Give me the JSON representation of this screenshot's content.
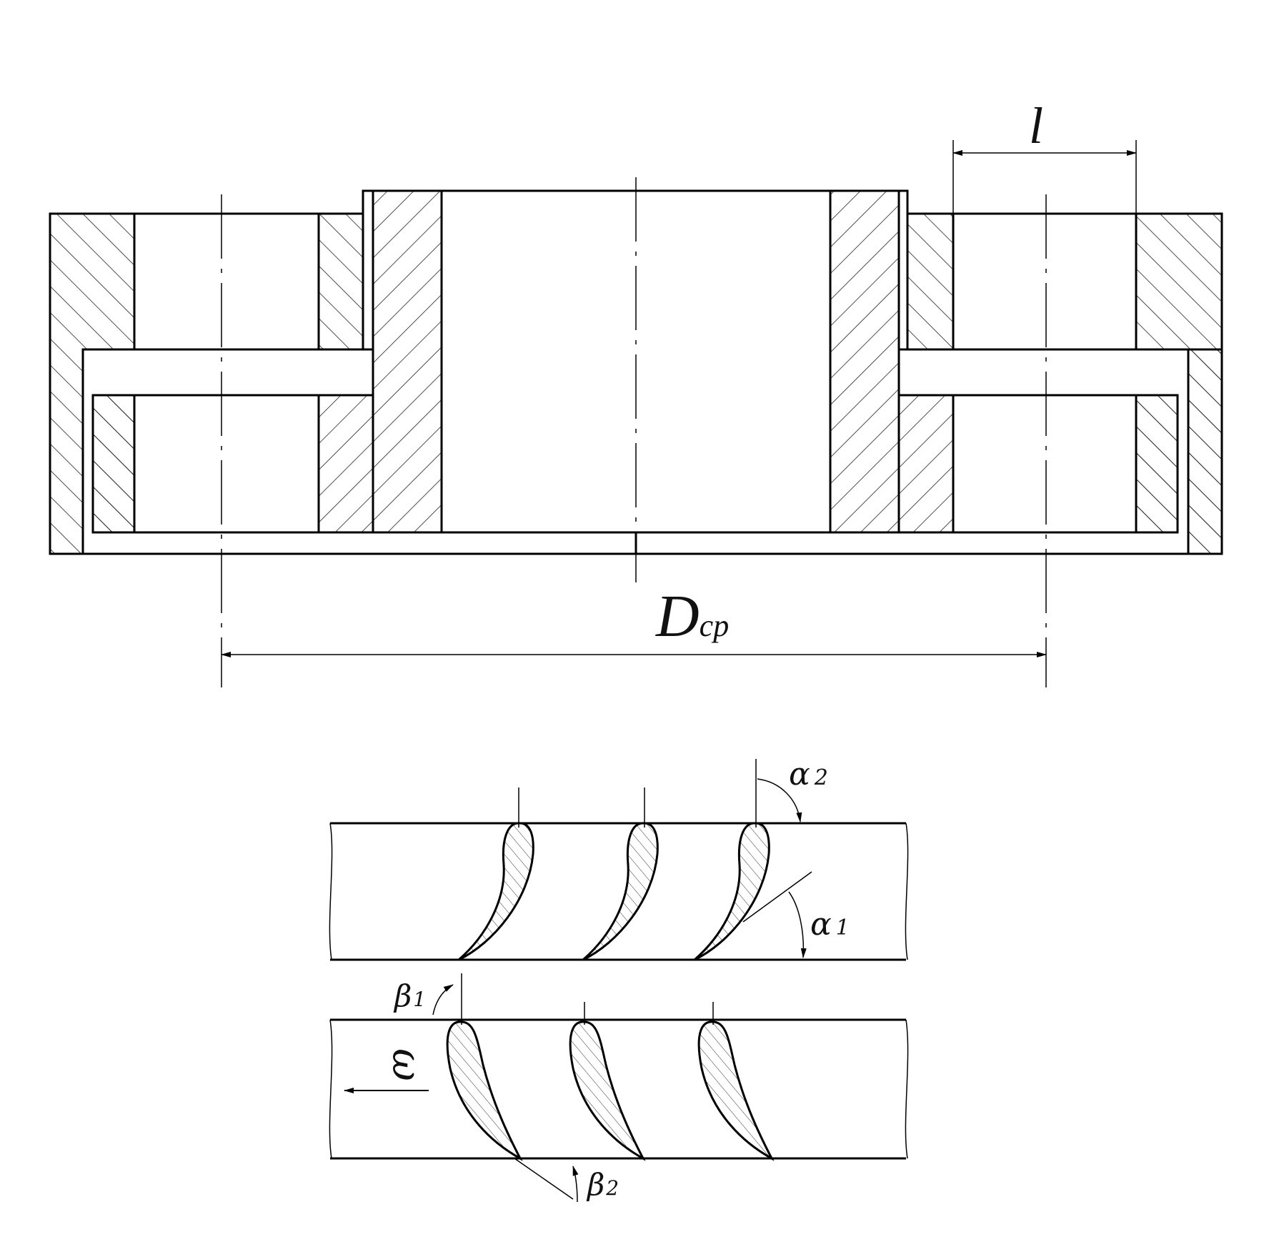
{
  "labels": {
    "length": "l",
    "mean_diameter_main": "D",
    "mean_diameter_sub": "cp",
    "alpha2_symbol": "α",
    "alpha2_index": "2",
    "alpha1_symbol": "α",
    "alpha1_index": "1",
    "beta1_symbol": "β",
    "beta1_index": "1",
    "beta2_symbol": "β",
    "beta2_index": "2",
    "omega": "ω"
  },
  "style": {
    "line_color": "#000000",
    "hatch_color": "#222222",
    "background": "#ffffff"
  }
}
